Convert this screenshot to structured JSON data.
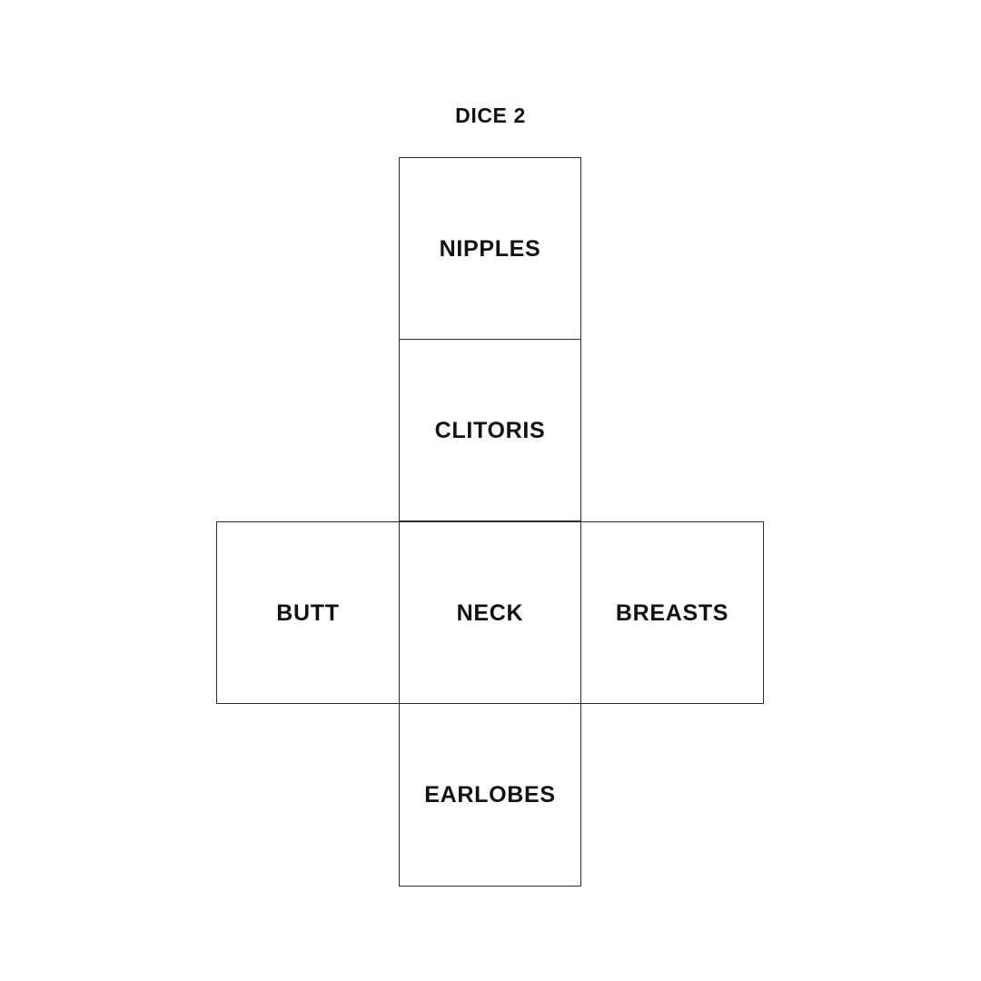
{
  "page": {
    "background_color": "#ffffff",
    "text_color": "#111111",
    "border_color": "#2b2b2b",
    "title": "DICE 2"
  },
  "dice_net": {
    "layout": "cube-net-cross",
    "faces": [
      {
        "id": "top",
        "position": "top",
        "label": "NIPPLES"
      },
      {
        "id": "upper_mid",
        "position": "upper-middle",
        "label": "CLITORIS"
      },
      {
        "id": "left",
        "position": "middle-left",
        "label": "BUTT"
      },
      {
        "id": "center",
        "position": "middle-center",
        "label": "NECK"
      },
      {
        "id": "right",
        "position": "middle-right",
        "label": "BREASTS"
      },
      {
        "id": "bottom",
        "position": "bottom",
        "label": "EARLOBES"
      }
    ]
  }
}
